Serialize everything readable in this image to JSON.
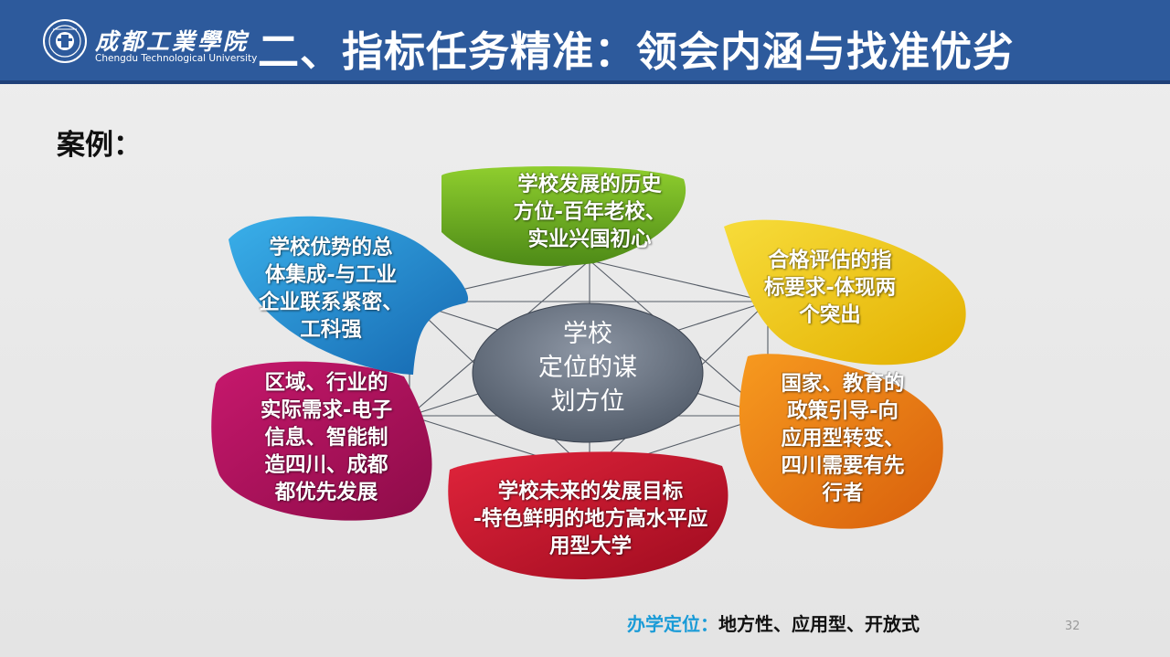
{
  "header": {
    "school_name_cn": "成都工業學院",
    "school_name_en": "Chengdu Technological University",
    "title": "二、指标任务精准：领会内涵与找准优劣",
    "emblem_icon": "university-emblem-icon",
    "bg_color": "#2d5a9c"
  },
  "case_label": "案例：",
  "diagram": {
    "center": {
      "lines": [
        "学校",
        "定位的谋",
        "划方位"
      ]
    },
    "petals": [
      {
        "lines": [
          "学校发展的历史",
          "方位-百年老校、",
          "实业兴国初心"
        ],
        "color": "#6fac1f"
      },
      {
        "lines": [
          "合格评估的指",
          "标要求-体现两",
          "个突出"
        ],
        "color": "#f1c40f"
      },
      {
        "lines": [
          "国家、教育的",
          "政策引导-向",
          "应用型转变、",
          "四川需要有先",
          "行者"
        ],
        "color": "#ec7a12"
      },
      {
        "lines": [
          "学校未来的发展目标",
          "-特色鲜明的地方高水平应",
          "用型大学"
        ],
        "color": "#c8102e"
      },
      {
        "lines": [
          "区域、行业的",
          "实际需求-电子",
          "信息、智能制",
          "造四川、成都",
          "都优先发展"
        ],
        "color": "#b5135e"
      },
      {
        "lines": [
          "学校优势的总",
          "体集成-与工业",
          "企业联系紧密、",
          "工科强"
        ],
        "color": "#1f8fd6"
      }
    ]
  },
  "footer": {
    "label": "办学定位：",
    "value": "地方性、应用型、开放式"
  },
  "page_number": "32"
}
